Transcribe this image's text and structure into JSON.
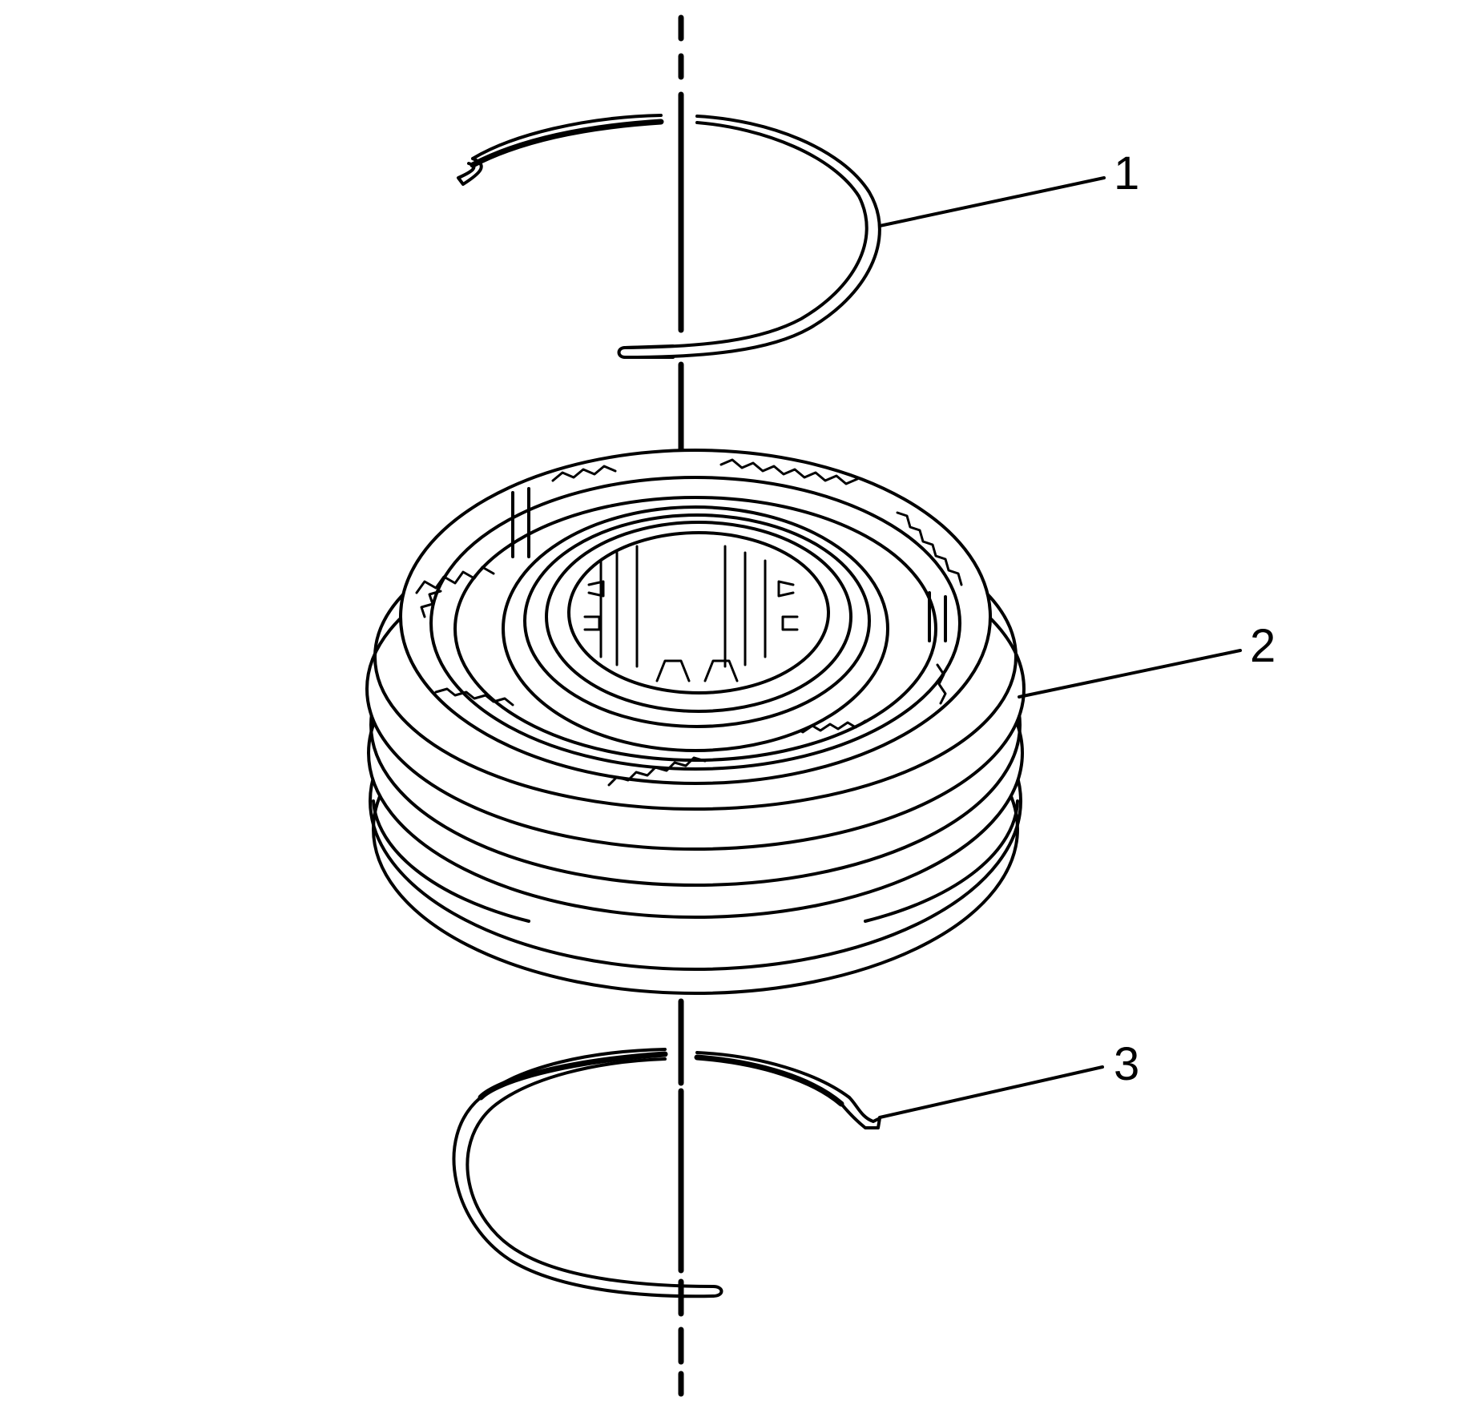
{
  "diagram": {
    "line_color": "#000000",
    "background": "#ffffff",
    "callouts": [
      {
        "id": "1",
        "label": "1"
      },
      {
        "id": "2",
        "label": "2"
      },
      {
        "id": "3",
        "label": "3"
      }
    ]
  }
}
